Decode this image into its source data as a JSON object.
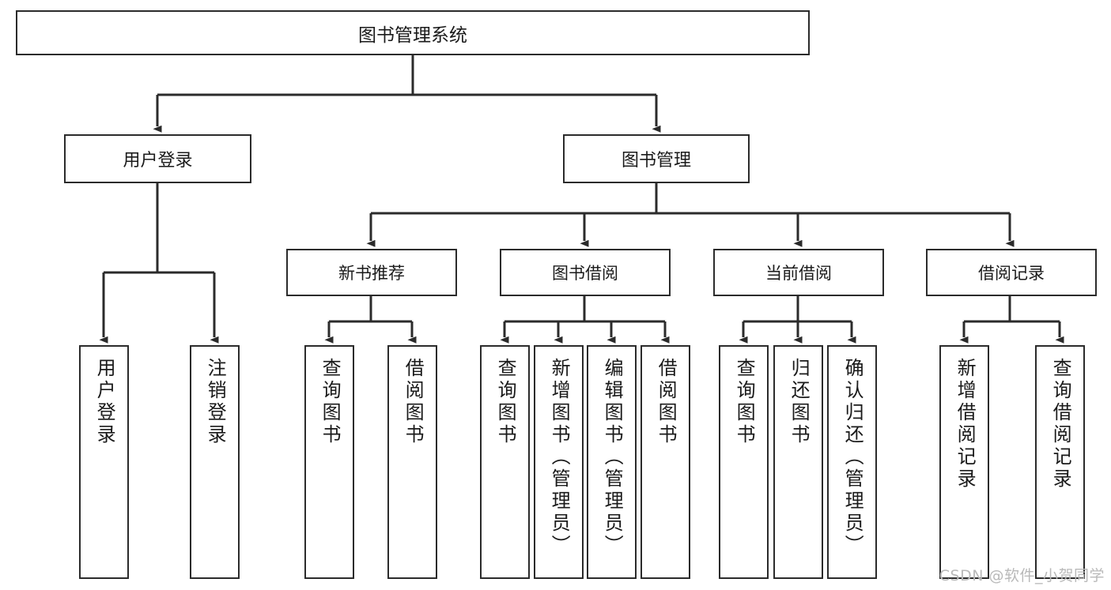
{
  "diagram": {
    "title": "图书管理系统",
    "root": {
      "label": "图书管理系统"
    },
    "level2": [
      {
        "label": "用户登录"
      },
      {
        "label": "图书管理"
      }
    ],
    "level3": [
      {
        "label": "新书推荐"
      },
      {
        "label": "图书借阅"
      },
      {
        "label": "当前借阅"
      },
      {
        "label": "借阅记录"
      }
    ],
    "leaves": {
      "user_login": [
        {
          "label": "用户登录"
        },
        {
          "label": "注销登录"
        }
      ],
      "new_book_recommend": [
        {
          "label": "查询图书"
        },
        {
          "label": "借阅图书"
        }
      ],
      "book_borrow": [
        {
          "label": "查询图书"
        },
        {
          "label": "新增图书（管理员）"
        },
        {
          "label": "编辑图书（管理员）"
        },
        {
          "label": "借阅图书"
        }
      ],
      "current_borrow": [
        {
          "label": "查询图书"
        },
        {
          "label": "归还图书"
        },
        {
          "label": "确认归还（管理员）"
        }
      ],
      "borrow_record": [
        {
          "label": "新增借阅记录"
        },
        {
          "label": "查询借阅记录"
        }
      ]
    }
  },
  "watermark": {
    "text": "CSDN @软件_小贺同学"
  },
  "colors": {
    "stroke": "#2b2b2b",
    "fill": "#ffffff",
    "text": "#1a1a1a",
    "watermark": "#b9b9b9"
  }
}
